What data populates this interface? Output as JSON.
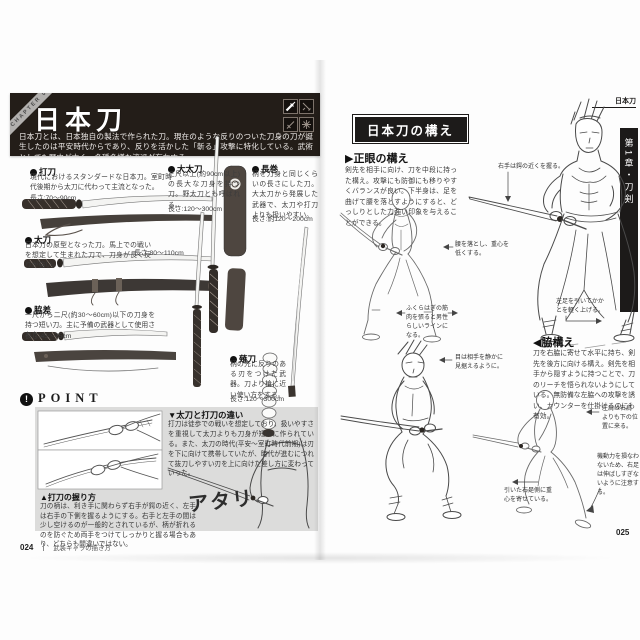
{
  "colors": {
    "banner_black": "#231d18",
    "tab_black": "#1c1a19",
    "gray_box": "#dcdcdb",
    "blade_gray": "#f4f4f2",
    "scabbard_dark": "#46403b"
  },
  "page_left": {
    "chapter_ribbon": "CHAPTER 01",
    "title": "日本刀",
    "intro": "日本刀とは、日本独自の製法で作られた刀。現在のような反りのついた刀身の刀が誕生したのは平安時代からであり、反りを活かした「斬る」攻撃に特化している。武術としても歴史が古く、多種多様な流派が存在する。",
    "weapon_icons": [
      "katana-icon",
      "tachi-icon",
      "tanto-icon",
      "shuriken-icon"
    ],
    "entries": [
      {
        "name": "打刀",
        "desc": "現代におけるスタンダードな日本刀。室町時代後期から太刀に代わって主流となった。",
        "length": "長さ:70〜90cm"
      },
      {
        "name": "大太刀",
        "desc": "三尺以上(約90cm以上)の長大な刀身を持つ刀。野太刀とも呼ばれる。",
        "length": "長さ:120〜300cm"
      },
      {
        "name": "長巻",
        "desc": "柄を刀身と同じくらいの長さにした刀。大太刀から発展した武器で、太刀や打刀よりも扱いやすい。",
        "length": "長さ:約120〜200cm"
      },
      {
        "name": "太刀",
        "desc": "日本刀の原型となった刀。馬上での戦いを想定して生まれた刀で、刀身が長く反りが強い。",
        "length": "長さ:80〜110cm"
      },
      {
        "name": "脇差",
        "desc": "一尺から二尺(約30〜60cm)以下の刀身を持つ短い刀。主に予備の武器として使用された。",
        "length": "長さ:45〜75cm"
      },
      {
        "name": "薙刀",
        "desc": "柄の先に反りのある刃をつけた武器。刀より槍に近い使い方をする。",
        "length": "長さ:120〜300cm"
      }
    ],
    "point": {
      "badge": "!",
      "label": "POINT",
      "grip_caption": "▲打刀の握り方",
      "grip_text": "刀の柄は、利き手に関わらず右手が鍔の近く、左手は右手の下側を握るようにする。右手と左手の間は少し空けるのが一般的とされているが、柄が折れるのを防ぐため両手をつけてしっかりと握る場合もあり、どちらも間違いではない。",
      "diff_caption": "▼太刀と打刀の違い",
      "diff_text": "打刀は徒歩での戦いを想定しており、扱いやすさを重視して太刀よりも刀身が短めに作られている。また、太刀の時代(平安〜室町時代前期)は刃を下に向けて携帯していたが、時代が進むにつれて抜刀しやすい刃を上に向けた差し方に変わっていった。",
      "atari_label": "アタリ"
    },
    "footer": {
      "page_number": "024",
      "book_title": "武装キャラの描き方"
    }
  },
  "page_right": {
    "header_label": "日本刀",
    "side_tab": "第1章・刀剣",
    "title_box": "日本刀の構え",
    "stance1": {
      "heading": "▶正眼の構え",
      "text": "剣先を相手に向け、刀を中段に持った構え。攻撃にも防御にも移りやすくバランスが良い。下半身は、足を曲げて腰を落とすようにすると、どっしりとした力強い印象を与えることができる。"
    },
    "stance2": {
      "heading": "◀脇構え",
      "text": "刀を右脇に寄せて水平に持ち、剣先を後方に向ける構え。剣先を相手から隠すように持つことで、刀のリーチを悟られないようにしている。無防備な左脇への攻撃を誘い、カウンターを仕掛けるのにも有効。"
    },
    "annotations": [
      "右手は鍔の近くを握る。",
      "腰を落とし、重心を低くする。",
      "ふくらはぎの筋肉を張ると男性らしいラインになる。",
      "左足を引いてかかとを軽く上げる。",
      "目は相手を静かに見据えるように。",
      "左肩は右肩よりも下の位置に来る。",
      "引いた右足側に重心を寄せている。",
      "機動力を損なわないため、右足は伸ばしすぎないように注意する。"
    ],
    "footer": {
      "page_number": "025"
    }
  }
}
